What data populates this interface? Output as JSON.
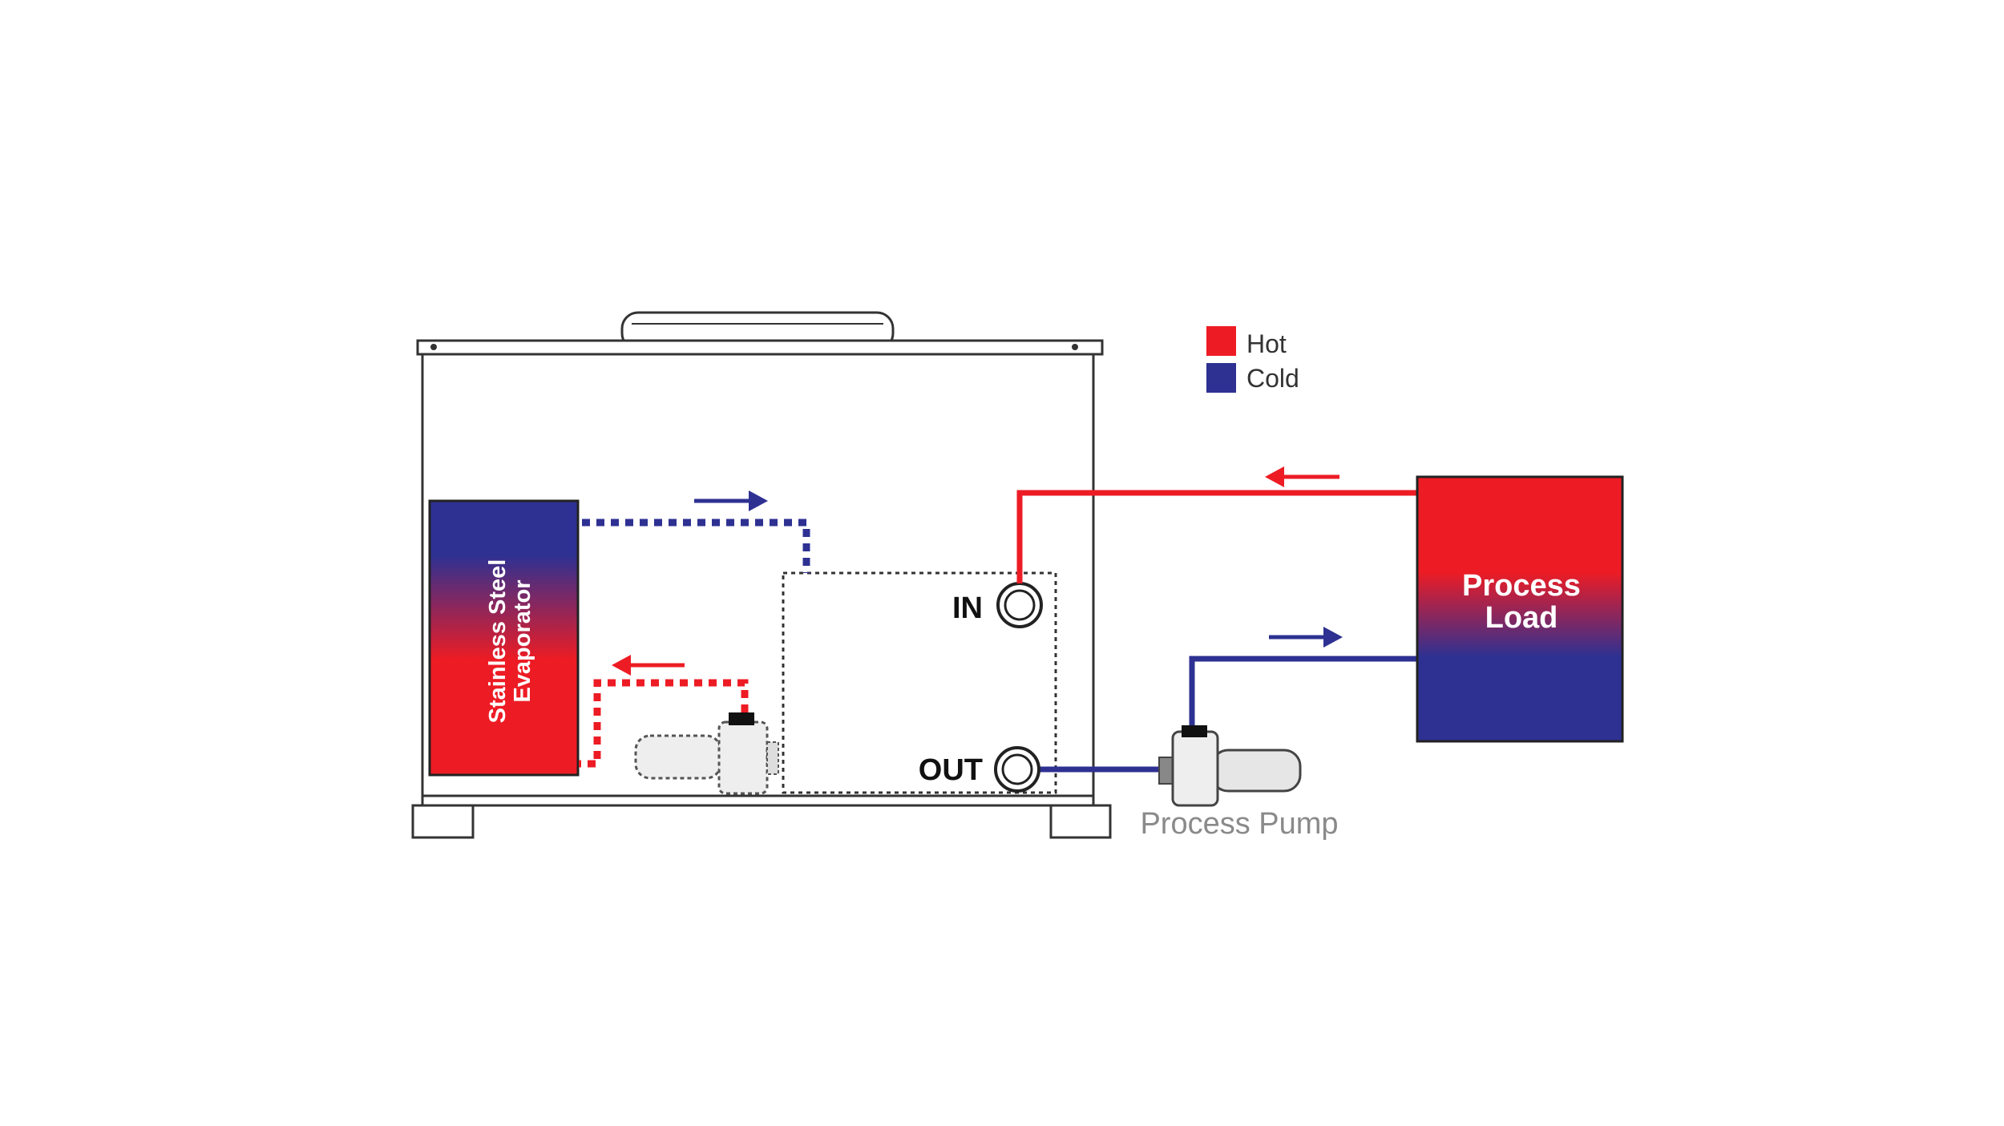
{
  "legend": {
    "items": [
      {
        "label": "Hot",
        "color": "#ed1c24"
      },
      {
        "label": "Cold",
        "color": "#2e3192"
      }
    ]
  },
  "chiller": {
    "evaporator": {
      "label_lines": [
        "Stainless Steel",
        "Evaporator"
      ]
    },
    "ports": {
      "in_label": "IN",
      "out_label": "OUT"
    }
  },
  "process_load": {
    "label_lines": [
      "Process",
      "Load"
    ]
  },
  "process_pump": {
    "label": "Process Pump"
  }
}
